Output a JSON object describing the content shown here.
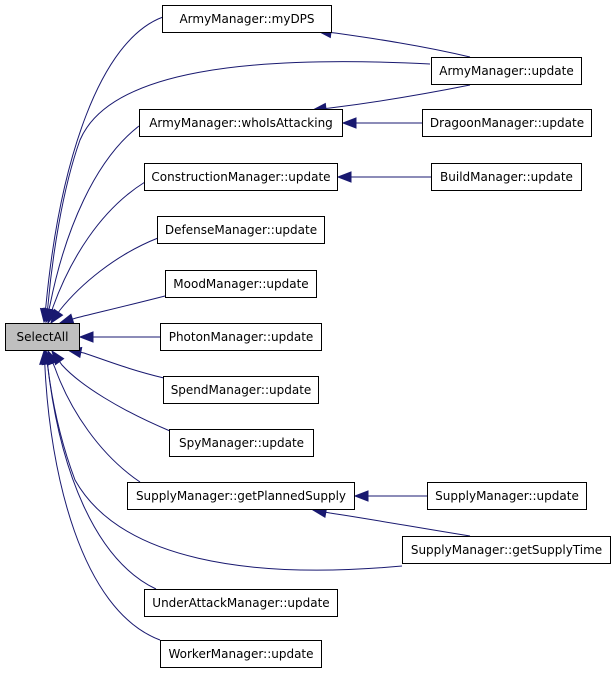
{
  "diagram": {
    "edge_color": "#191970",
    "root_fill": "#bfbfbf",
    "node_border": "#000000",
    "nodes": {
      "selectall": "SelectAll",
      "army_mydps": "ArmyManager::myDPS",
      "army_update": "ArmyManager::update",
      "army_whois": "ArmyManager::whoIsAttacking",
      "dragoon_update": "DragoonManager::update",
      "construct_update": "ConstructionManager::update",
      "build_update": "BuildManager::update",
      "defense_update": "DefenseManager::update",
      "mood_update": "MoodManager::update",
      "photon_update": "PhotonManager::update",
      "spend_update": "SpendManager::update",
      "spy_update": "SpyManager::update",
      "supply_planned": "SupplyManager::getPlannedSupply",
      "supply_update": "SupplyManager::update",
      "supply_time": "SupplyManager::getSupplyTime",
      "underattack_update": "UnderAttackManager::update",
      "worker_update": "WorkerManager::update"
    },
    "edges": [
      {
        "from": "army_mydps",
        "to": "selectall"
      },
      {
        "from": "army_update",
        "to": "selectall"
      },
      {
        "from": "army_whois",
        "to": "selectall"
      },
      {
        "from": "construct_update",
        "to": "selectall"
      },
      {
        "from": "defense_update",
        "to": "selectall"
      },
      {
        "from": "mood_update",
        "to": "selectall"
      },
      {
        "from": "photon_update",
        "to": "selectall"
      },
      {
        "from": "spend_update",
        "to": "selectall"
      },
      {
        "from": "spy_update",
        "to": "selectall"
      },
      {
        "from": "supply_planned",
        "to": "selectall"
      },
      {
        "from": "supply_time",
        "to": "selectall"
      },
      {
        "from": "underattack_update",
        "to": "selectall"
      },
      {
        "from": "worker_update",
        "to": "selectall"
      },
      {
        "from": "army_update",
        "to": "army_mydps"
      },
      {
        "from": "army_update",
        "to": "army_whois"
      },
      {
        "from": "dragoon_update",
        "to": "army_whois"
      },
      {
        "from": "build_update",
        "to": "construct_update"
      },
      {
        "from": "supply_update",
        "to": "supply_planned"
      },
      {
        "from": "supply_time",
        "to": "supply_planned"
      }
    ]
  }
}
